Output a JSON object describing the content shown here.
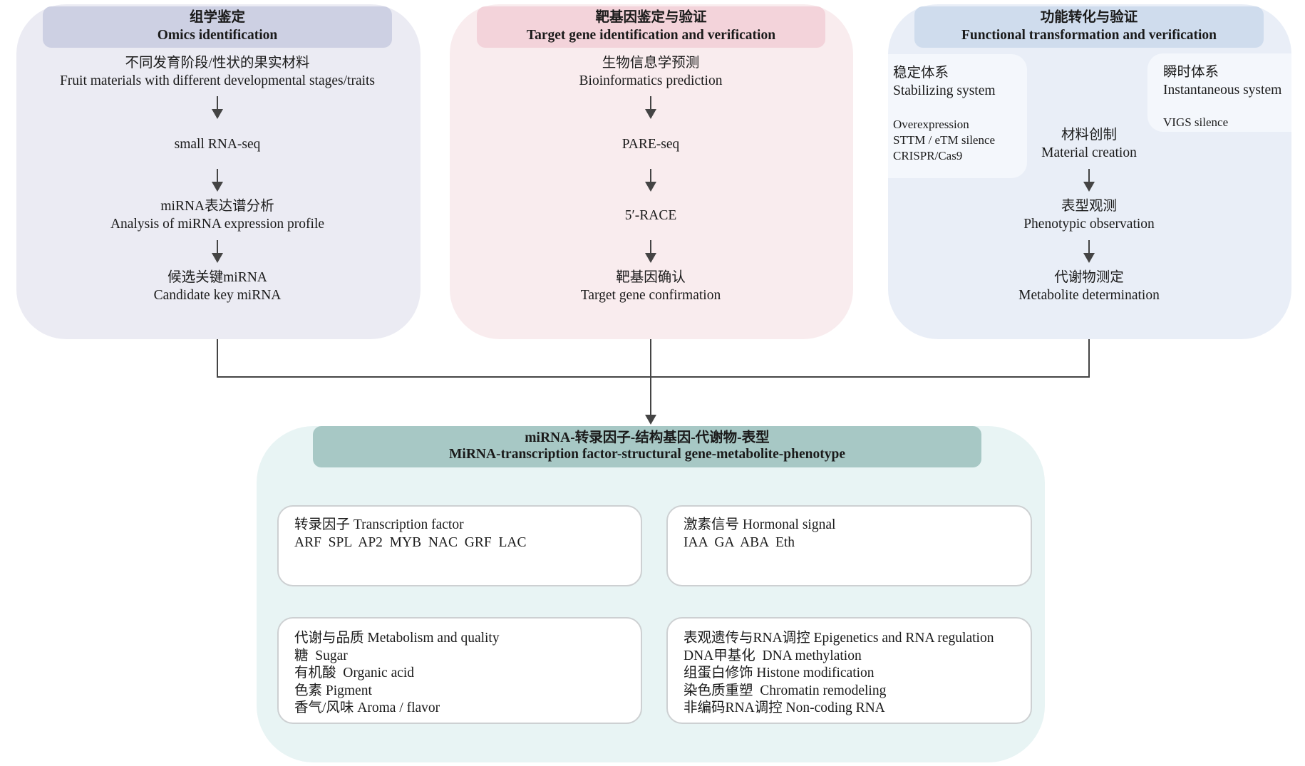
{
  "colors": {
    "omics_panel_bg": "#ebebf3",
    "omics_header_bg": "#cdd0e3",
    "target_panel_bg": "#f9ecee",
    "target_header_bg": "#f3d3da",
    "functional_panel_bg": "#e9eef7",
    "functional_header_bg": "#cfdced",
    "network_panel_bg": "#e8f4f4",
    "network_header_bg": "#a7c8c5",
    "arrow_color": "#444444"
  },
  "omics": {
    "title_cn": "组学鉴定",
    "title_en": "Omics identification",
    "steps": [
      {
        "cn": "不同发育阶段/性状的果实材料",
        "en": "Fruit materials with different developmental stages/traits"
      },
      {
        "cn": "",
        "en": "small RNA-seq"
      },
      {
        "cn": "miRNA表达谱分析",
        "en": "Analysis of miRNA expression profile"
      },
      {
        "cn": "候选关键miRNA",
        "en": "Candidate key miRNA"
      }
    ]
  },
  "target": {
    "title_cn": "靶基因鉴定与验证",
    "title_en": "Target gene identification and verification",
    "steps": [
      {
        "cn": "生物信息学预测",
        "en": "Bioinformatics prediction"
      },
      {
        "cn": "",
        "en": "PARE-seq"
      },
      {
        "cn": "",
        "en": "5′-RACE"
      },
      {
        "cn": "靶基因确认",
        "en": "Target gene confirmation"
      }
    ]
  },
  "functional": {
    "title_cn": "功能转化与验证",
    "title_en": "Functional transformation and verification",
    "stabilizing": {
      "cn": "稳定体系",
      "en": "Stabilizing system",
      "methods": [
        "Overexpression",
        "STTM / eTM silence",
        "CRISPR/Cas9"
      ]
    },
    "instantaneous": {
      "cn": "瞬时体系",
      "en": "Instantaneous system",
      "methods": [
        "VIGS silence"
      ]
    },
    "steps": [
      {
        "cn": "材料创制",
        "en": "Material creation"
      },
      {
        "cn": "表型观测",
        "en": "Phenotypic observation"
      },
      {
        "cn": "代谢物测定",
        "en": "Metabolite determination"
      }
    ]
  },
  "network": {
    "title_cn": "miRNA-转录因子-结构基因-代谢物-表型",
    "title_en": "MiRNA-transcription factor-structural gene-metabolite-phenotype",
    "cards": [
      {
        "heading": "转录因子 Transcription factor",
        "lines": [
          "ARF  SPL  AP2  MYB  NAC  GRF  LAC"
        ]
      },
      {
        "heading": "激素信号 Hormonal signal",
        "lines": [
          "IAA  GA  ABA  Eth"
        ]
      },
      {
        "heading": "代谢与品质 Metabolism and quality",
        "lines": [
          "糖  Sugar",
          "有机酸  Organic acid",
          "色素 Pigment",
          "香气/风味 Aroma / flavor"
        ]
      },
      {
        "heading": "表观遗传与RNA调控 Epigenetics and RNA regulation",
        "lines": [
          "DNA甲基化  DNA methylation",
          "组蛋白修饰 Histone modification",
          "染色质重塑  Chromatin remodeling",
          "非编码RNA调控 Non-coding RNA"
        ]
      }
    ]
  }
}
